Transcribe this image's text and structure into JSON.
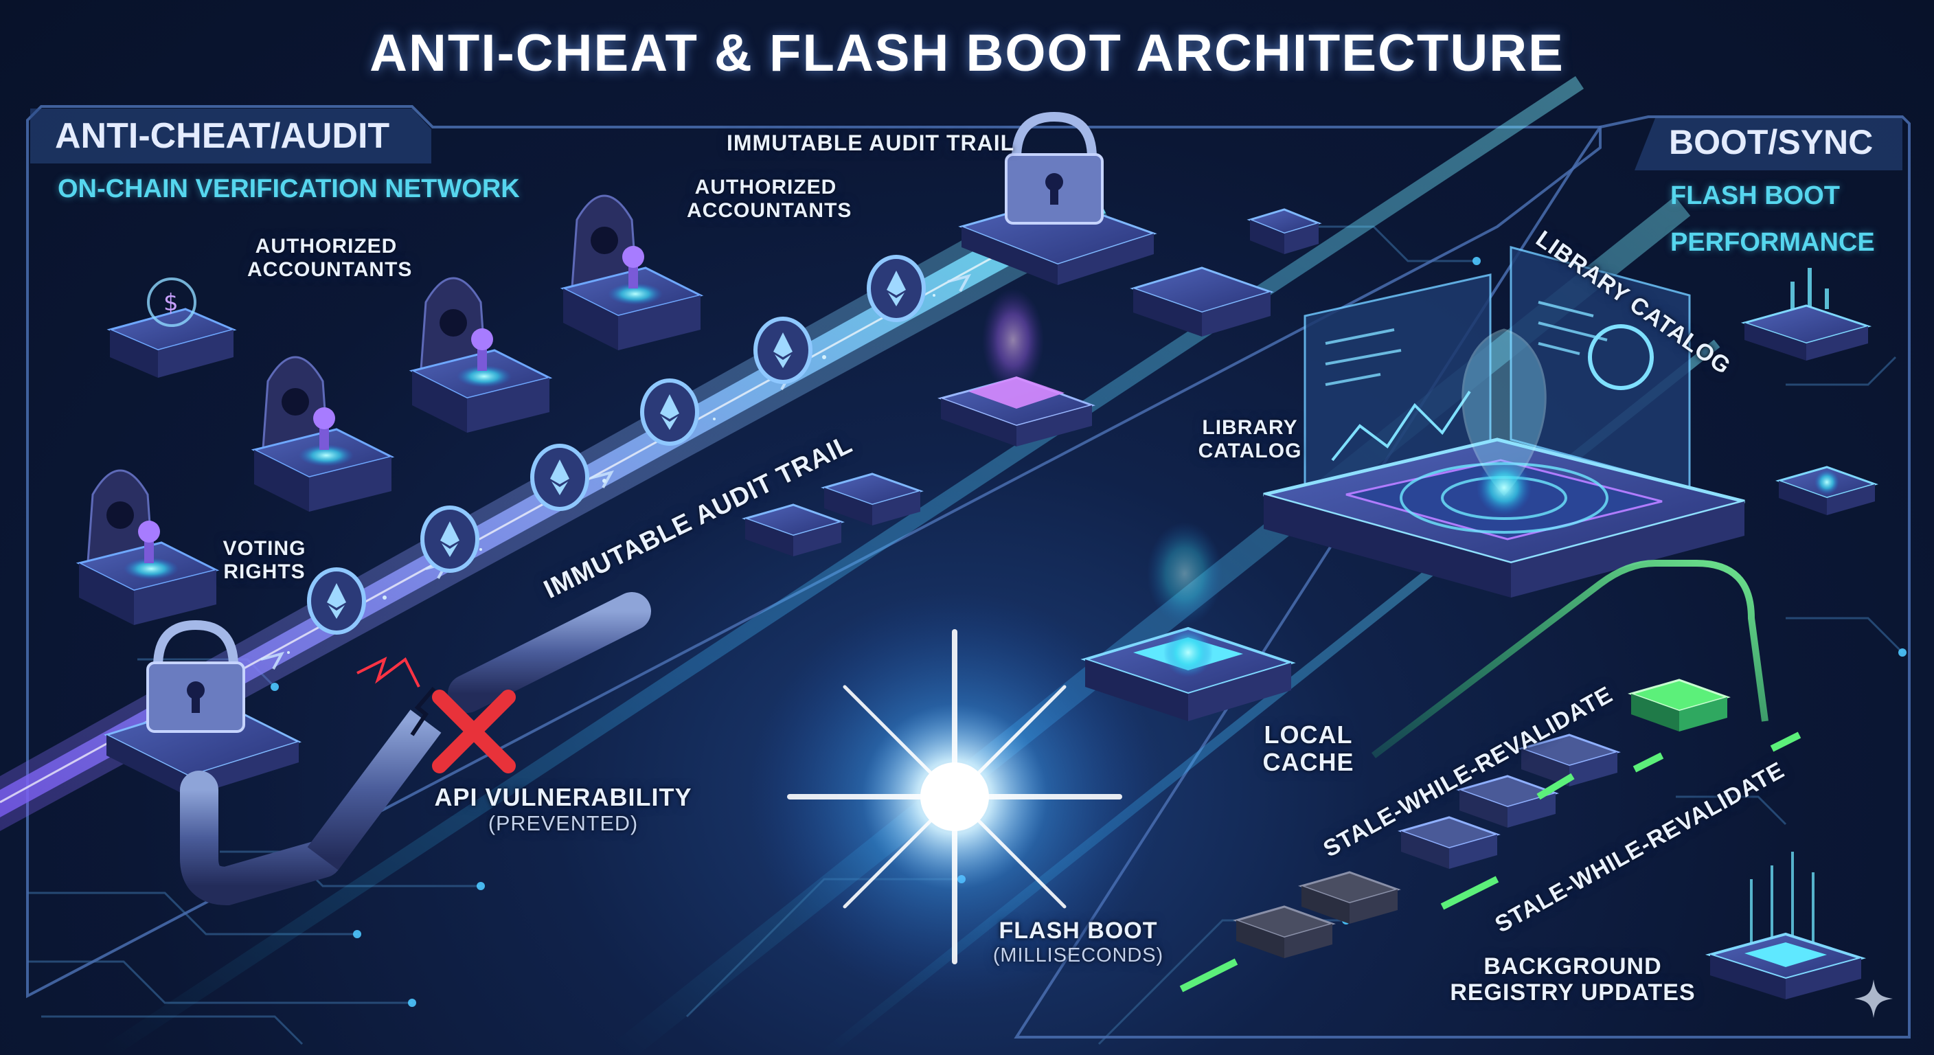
{
  "title": "ANTI-CHEAT & FLASH BOOT ARCHITECTURE",
  "left_panel": {
    "heading": "ANTI-CHEAT/AUDIT",
    "subheading": "ON-CHAIN VERIFICATION NETWORK",
    "labels": {
      "immutable_audit_trail_top": "IMMUTABLE AUDIT TRAIL",
      "immutable_audit_trail_pipe": "IMMUTABLE AUDIT TRAIL",
      "authorized_accountants_1": "AUTHORIZED ACCOUNTANTS",
      "authorized_accountants_2": "AUTHORIZED ACCOUNTANTS",
      "voting_rights": "VOTING RIGHTS",
      "api_vulnerability": "API VULNERABILITY",
      "prevented": "(PREVENTED)"
    }
  },
  "right_panel": {
    "heading": "BOOT/SYNC",
    "subheading_1": "FLASH BOOT",
    "subheading_2": "PERFORMANCE",
    "labels": {
      "library_catalog_screen": "LIBRARY CATALOG",
      "library_catalog": "LIBRARY CATALOG",
      "local_cache": "LOCAL CACHE",
      "stale_while_revalidate_1": "STALE-WHILE-REVALIDATE",
      "stale_while_revalidate_2": "STALE-WHILE-REVALIDATE",
      "flash_boot": "FLASH BOOT",
      "milliseconds": "(MILLISECONDS)",
      "background_registry_updates": "BACKGROUND REGISTRY UPDATES"
    }
  },
  "colors": {
    "background": "#0b1735",
    "panel_border": "#4a6fb0",
    "accent_cyan": "#56d6ee",
    "accent_purple": "#9b6cf0",
    "accent_green": "#5cf07a",
    "alert_red": "#e8323a"
  },
  "icons": [
    "padlock-icon",
    "coin-icon",
    "hooded-figure-icon",
    "stamp-icon",
    "x-mark-icon",
    "sparkle-icon"
  ]
}
